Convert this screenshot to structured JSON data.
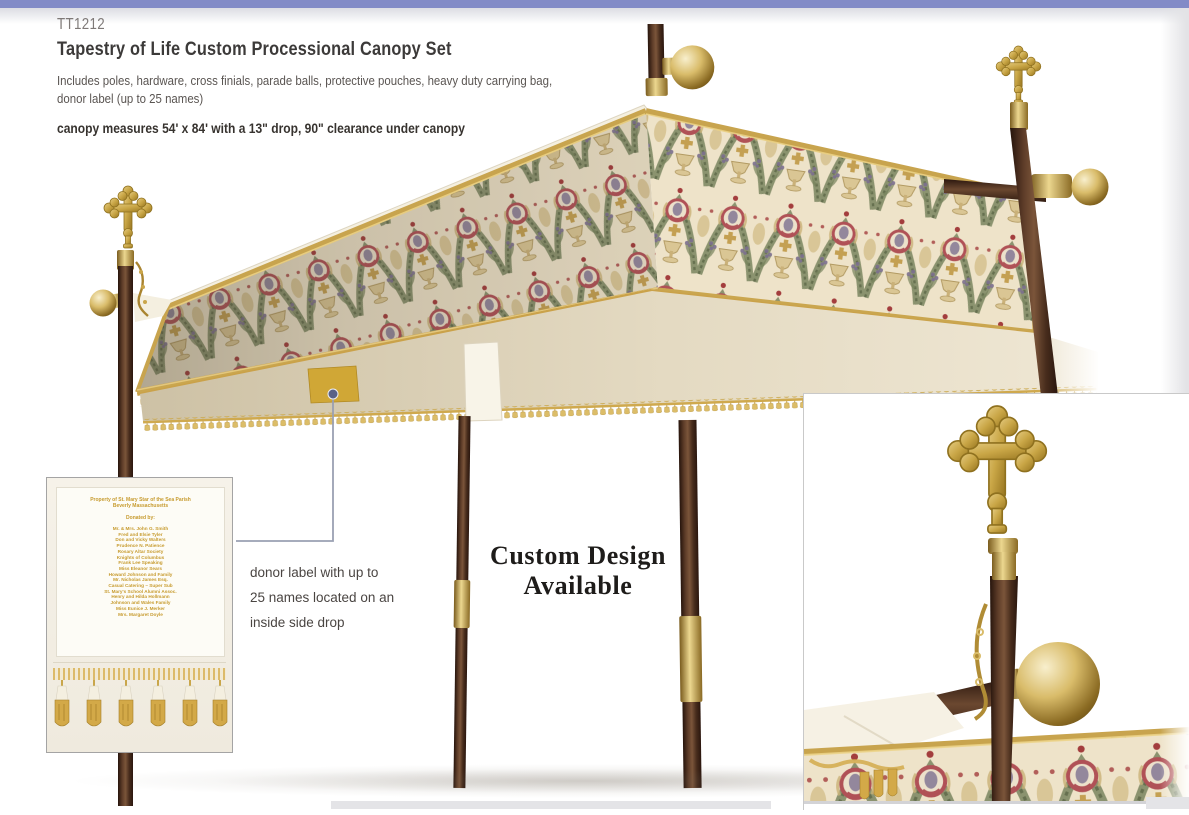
{
  "page": {
    "top_bar_color": "#828bc7",
    "background": "#ffffff"
  },
  "header": {
    "sku": "TT1212",
    "title": "Tapestry of Life Custom Processional Canopy Set",
    "description_line1": "Includes poles, hardware, cross finials, parade balls, protective pouches, heavy duty carrying bag,",
    "description_line2": "donor label (up to 25 names)",
    "measurements": "canopy measures 54' x 84' with a 13\" drop, 90\" clearance under canopy"
  },
  "annotations": {
    "donor_caption_line1": "donor label with up to",
    "donor_caption_line2": "25 names located on an",
    "donor_caption_line3": "inside side drop",
    "custom_design_line1": "Custom Design",
    "custom_design_line2": "Available"
  },
  "donor_label": {
    "property_line1": "Property of St. Mary Star of the Sea Parish",
    "property_line2": "Beverly Massachusetts",
    "donated_by": "Donated by:",
    "names": [
      "Mr. & Mrs. John G. Smith",
      "Fred and Elsie Tyler",
      "Don and Vicky Walters",
      "Prudence N. Patience",
      "Rosary Altar Society",
      "Knights of Columbus",
      "Frank Lee Speaking",
      "Miss Eleanor Sears",
      "Howard Johnson and Family",
      "Mr. Nicholas James Esq.",
      "Casual Catering – Super Sub",
      "St. Mary's School Alumni Assoc.",
      "Henry and Hilda Hollmann",
      "Johnson and Wales Family",
      "Miss Eunice J. Merker",
      "Mrs. Margaret Doyle"
    ]
  },
  "photo": {
    "colors": {
      "tapestry_gold": "#c8a44e",
      "walnut_pole": "#5d3c28",
      "brass": "#d9bc6a",
      "tapestry_ground": "#eee3c9",
      "tapestry_green": "#7a855f",
      "tapestry_red": "#b05156",
      "canopy_white": "#f4efe0"
    }
  }
}
